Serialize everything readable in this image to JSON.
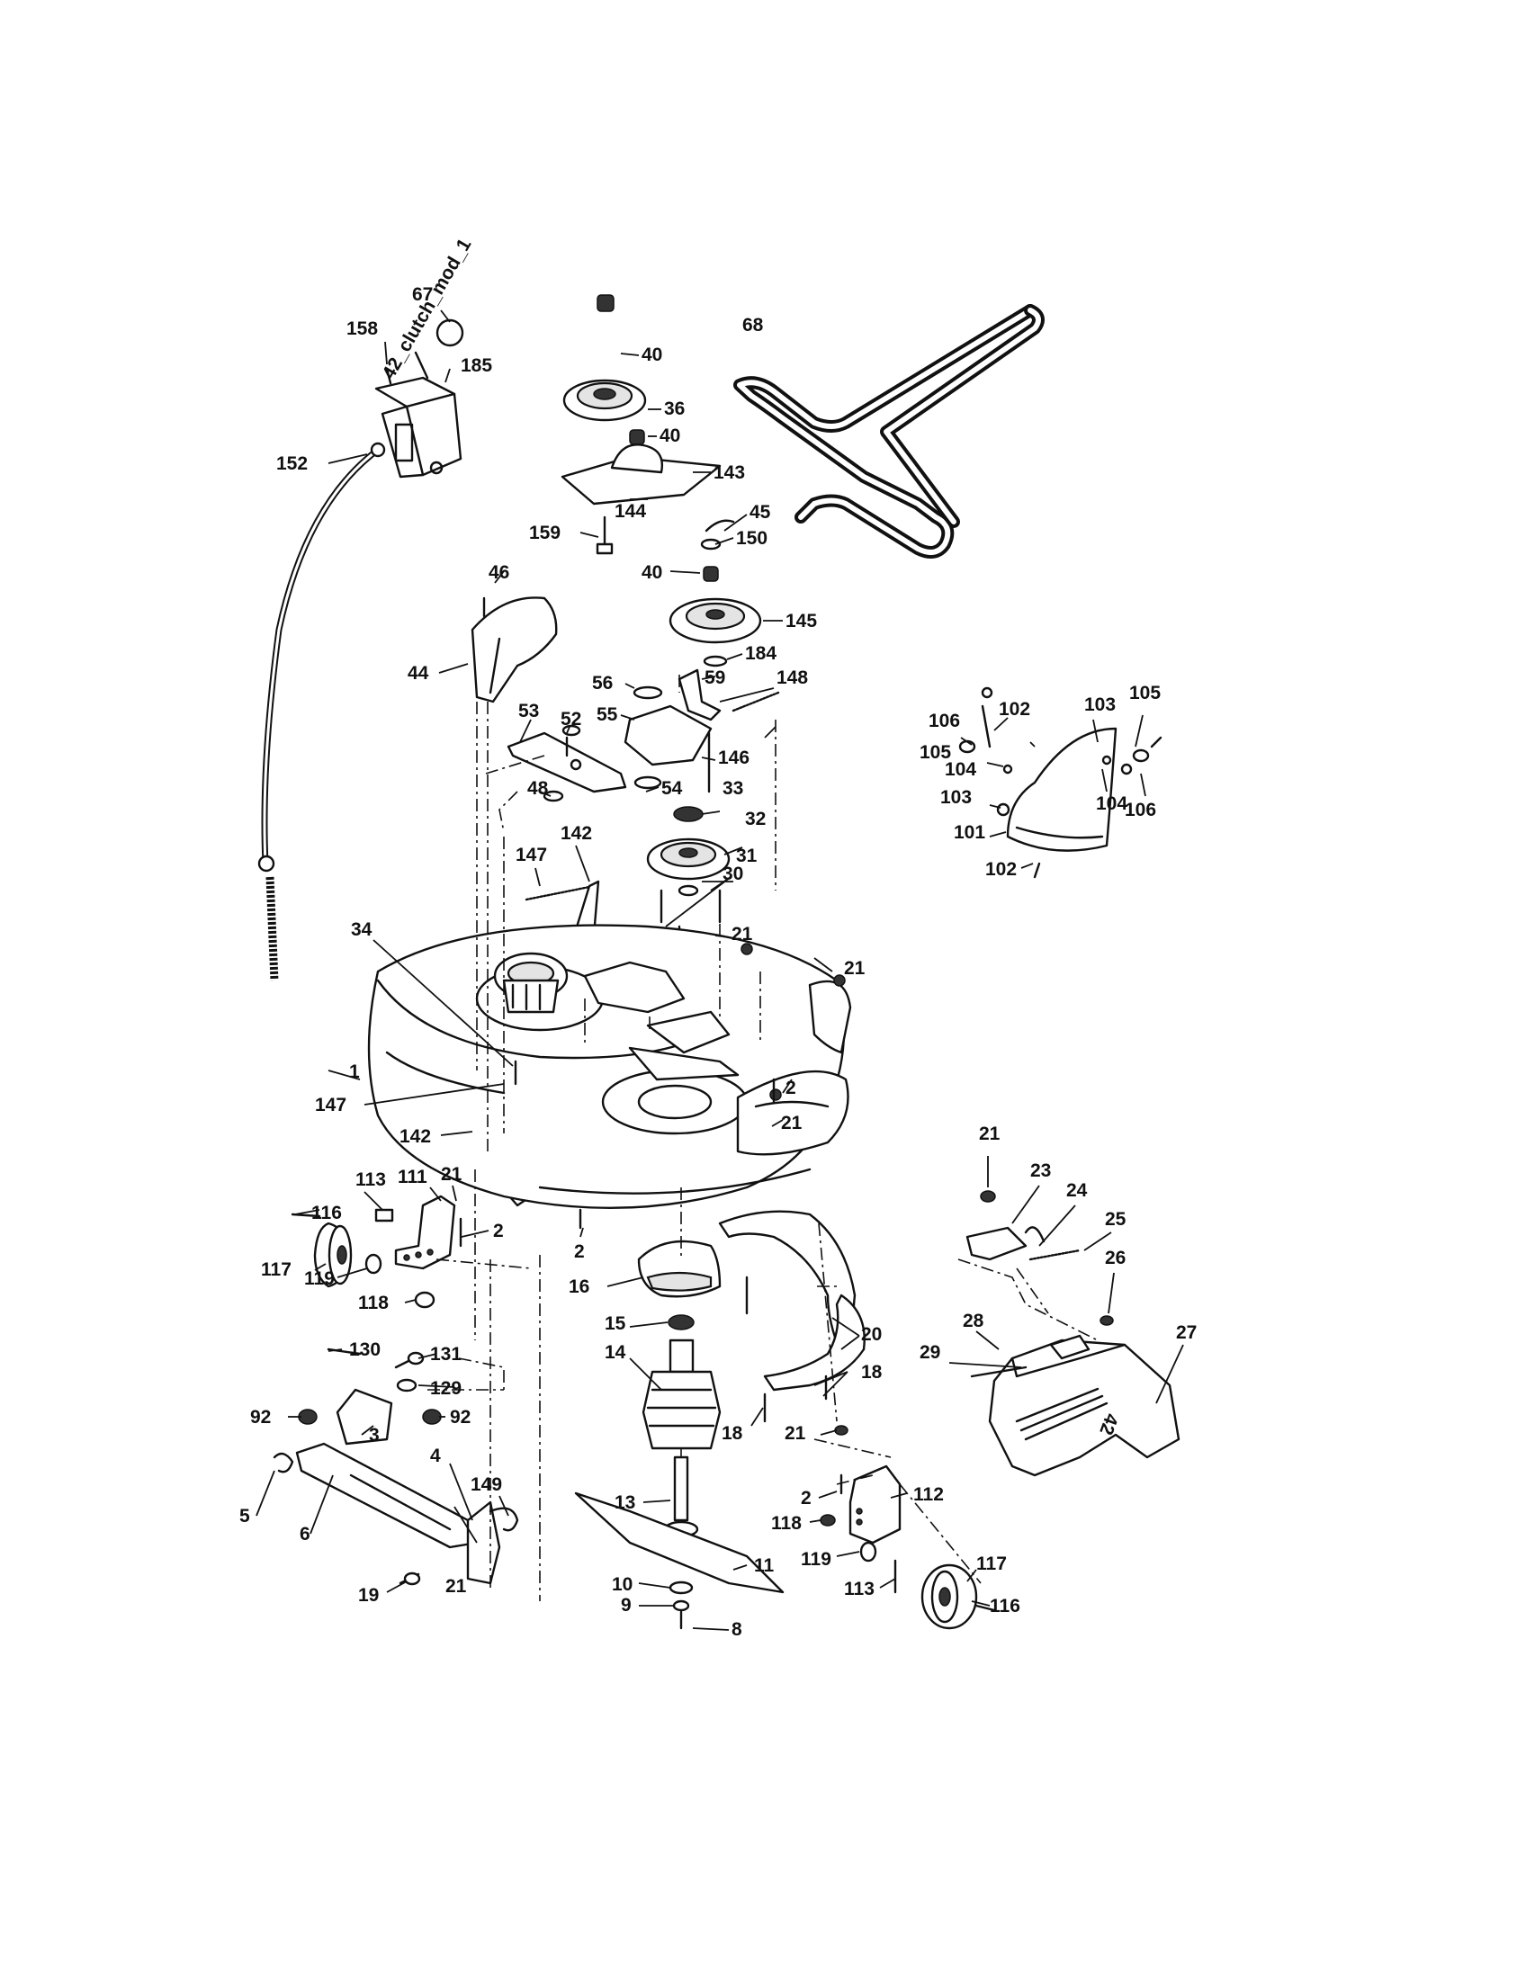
{
  "diagram": {
    "callouts": {
      "c67": "67",
      "c158": "158",
      "c185": "185",
      "c152": "152",
      "c40a": "40",
      "c36": "36",
      "c40b": "40",
      "c143": "143",
      "c144": "144",
      "c159": "159",
      "c45": "45",
      "c150": "150",
      "c40c": "40",
      "c46": "46",
      "c145": "145",
      "c184": "184",
      "c44": "44",
      "c56": "56",
      "c59": "59",
      "c148": "148",
      "c55": "55",
      "c53": "53",
      "c52": "52",
      "c146": "146",
      "c48": "48",
      "c54": "54",
      "c33": "33",
      "c32": "32",
      "c31": "31",
      "c147a": "147",
      "c142a": "142",
      "c30": "30",
      "c34": "34",
      "c21a": "21",
      "c21b": "21",
      "c1": "1",
      "c147b": "147",
      "c2a": "2",
      "c21c": "21",
      "c142b": "142",
      "c68": "68",
      "c106a": "106",
      "c105a": "105",
      "c102a": "102",
      "c103a": "103",
      "c105b": "105",
      "c104a": "104",
      "c103b": "103",
      "c104b": "104",
      "c106b": "106",
      "c101": "101",
      "c102b": "102",
      "c21d": "21",
      "c23": "23",
      "c24": "24",
      "c25": "25",
      "c26": "26",
      "c27": "27",
      "c28": "28",
      "c29": "29",
      "c116a": "116",
      "c113a": "113",
      "c111": "111",
      "c21e": "21",
      "c2b": "2",
      "c117a": "117",
      "c119a": "119",
      "c118a": "118",
      "c2c": "2",
      "c16": "16",
      "c15": "15",
      "c14": "14",
      "c20": "20",
      "c18a": "18",
      "c18b": "18",
      "c21f": "21",
      "c130": "130",
      "c131": "131",
      "c92a": "92",
      "c129": "129",
      "c92b": "92",
      "c3": "3",
      "c4": "4",
      "c149": "149",
      "c5": "5",
      "c6": "6",
      "c19": "19",
      "c21g": "21",
      "c13": "13",
      "c11": "11",
      "c10": "10",
      "c9": "9",
      "c8": "8",
      "c2d": "2",
      "c112": "112",
      "c118b": "118",
      "c119b": "119",
      "c117b": "117",
      "c113b": "113",
      "c116b": "116"
    },
    "cable_text": "42_clutch_mod_1",
    "chute_badge": "42"
  },
  "colors": {
    "ink": "#111111",
    "paper": "#ffffff",
    "shade": "#e4e4e4"
  }
}
